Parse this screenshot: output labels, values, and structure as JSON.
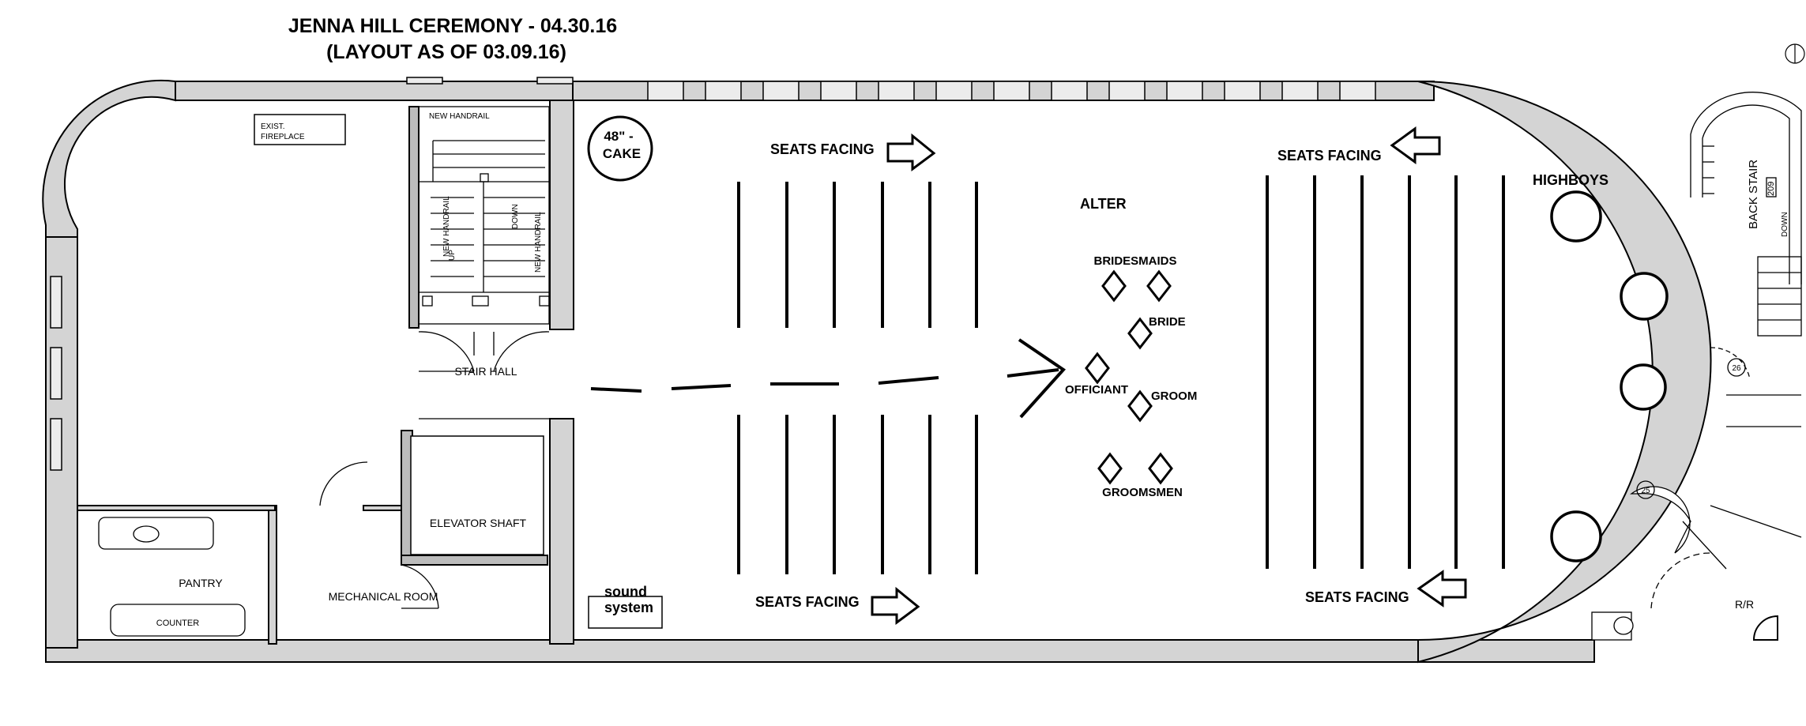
{
  "title": {
    "line1": "JENNA HILL CEREMONY - 04.30.16",
    "line2": "(LAYOUT AS OF 03.09.16)"
  },
  "rooms": {
    "fireplace_line1": "EXIST.",
    "fireplace_line2": "FIREPLACE",
    "new_handrail_top": "NEW HANDRAIL",
    "new_handrail_left": "NEW HANDRAIL",
    "new_handrail_right": "NEW HANDRAIL",
    "stair_up": "UP",
    "stair_down": "DOWN",
    "stair_hall": "STAIR HALL",
    "elevator_shaft": "ELEVATOR SHAFT",
    "pantry": "PANTRY",
    "counter": "COUNTER",
    "mechanical_room": "MECHANICAL ROOM",
    "back_stair": "BACK STAIR",
    "back_stair_num": "209",
    "back_stair_down": "DOWN",
    "door_26": "26",
    "door_25": "25",
    "restroom": "R/R"
  },
  "ceremony": {
    "cake_line1": "48\" -",
    "cake_line2": "CAKE",
    "sound_line1": "sound",
    "sound_line2": "system",
    "seats_facing_top_left": "SEATS FACING",
    "seats_facing_bottom_left": "SEATS FACING",
    "seats_facing_top_right": "SEATS FACING",
    "seats_facing_bottom_right": "SEATS FACING",
    "alter": "ALTER",
    "bridesmaids": "BRIDESMAIDS",
    "bride": "BRIDE",
    "officiant": "OFFICIANT",
    "groom": "GROOM",
    "groomsmen": "GROOMSMEN",
    "highboys": "HIGHBOYS"
  },
  "colors": {
    "wall_fill": "#d4d4d4",
    "line": "#000000",
    "background": "#ffffff"
  }
}
